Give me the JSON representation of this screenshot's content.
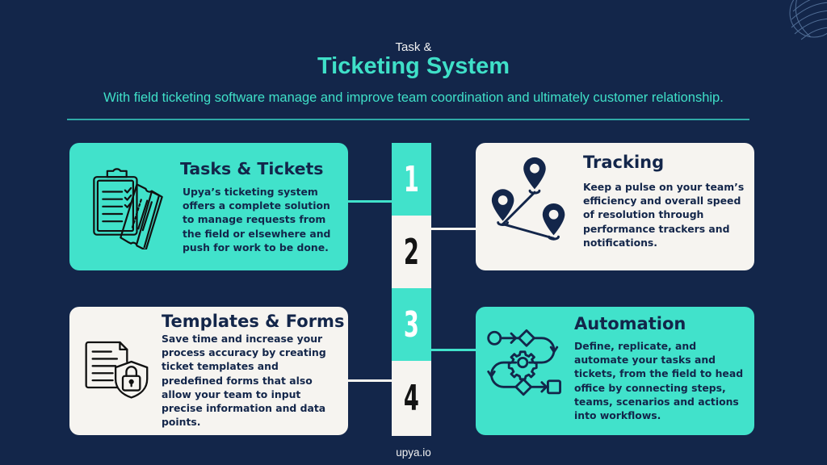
{
  "header": {
    "kicker": "Task &",
    "title": "Ticketing System",
    "subtitle": "With field ticketing software manage and improve team coordination and ultimately customer relationship."
  },
  "steps": [
    {
      "number": "1",
      "title": "Tasks & Tickets",
      "icon": "clipboard-tickets-icon",
      "body": "Upya’s ticketing system offers a complete solution to manage requests from the field or elsewhere and push for work to be done."
    },
    {
      "number": "2",
      "title": "Tracking",
      "icon": "map-pins-route-icon",
      "body": "Keep a pulse on your team’s efficiency and overall speed of resolution through performance trackers and notifications."
    },
    {
      "number": "3",
      "title": "Automation",
      "icon": "workflow-gear-icon",
      "body": "Define, replicate, and automate your tasks and tickets, from the field to head office by connecting steps, teams, scenarios and actions into workflows."
    },
    {
      "number": "4",
      "title": "Templates & Forms",
      "icon": "document-lock-icon",
      "body": "Save time and increase your process accuracy by creating ticket templates and predefined forms that also allow your team to input precise information and data points."
    }
  ],
  "footer": {
    "site": "upya.io"
  },
  "colors": {
    "background": "#13264a",
    "accent_teal": "#41e2cb",
    "card_light": "#f6f4f0",
    "title_teal": "#3fe0c8",
    "text_dark": "#13264a"
  }
}
